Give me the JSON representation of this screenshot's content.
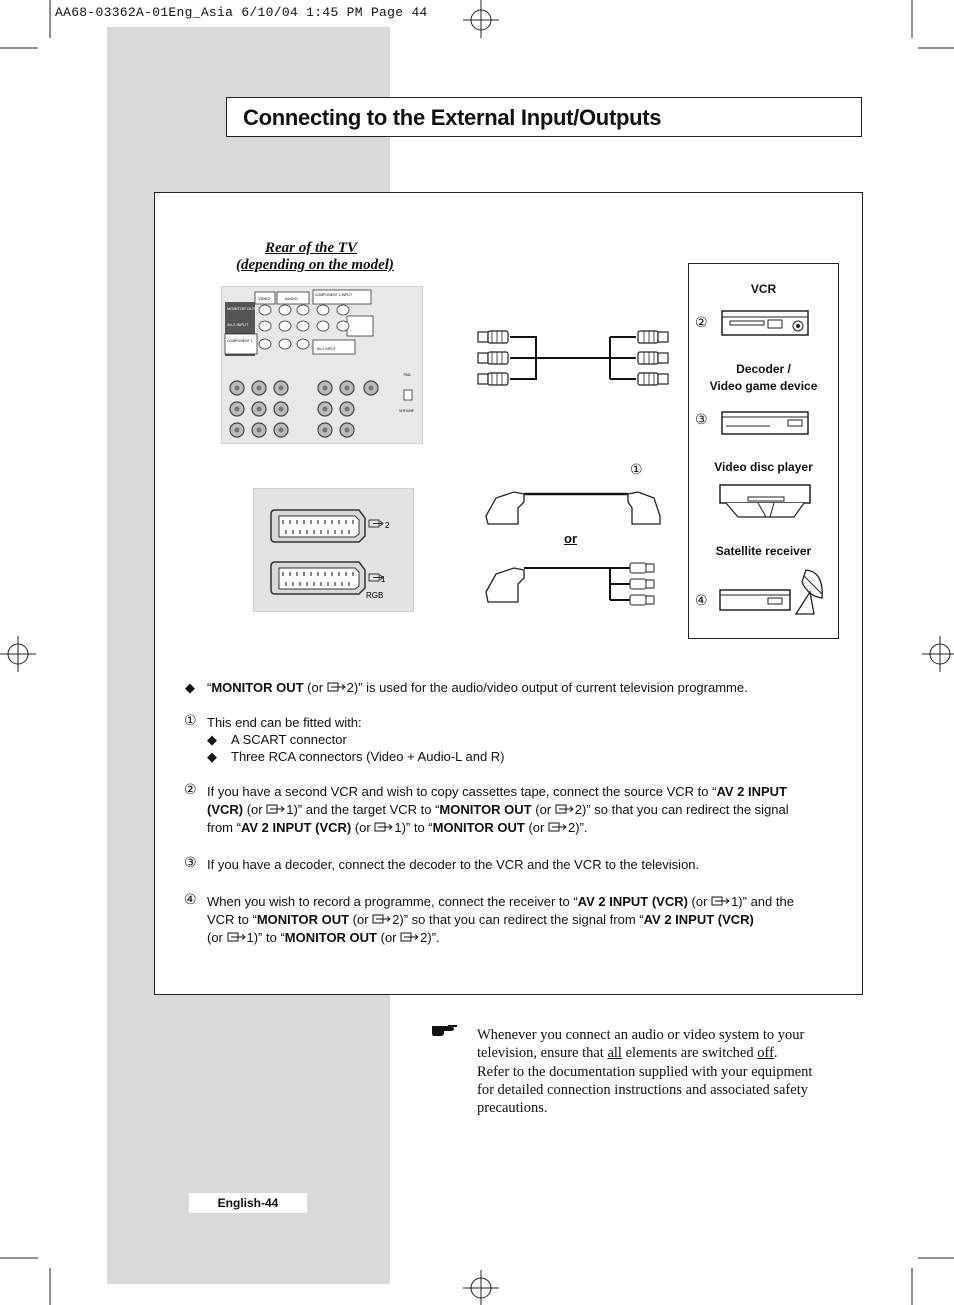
{
  "print_header": "AA68-03362A-01Eng_Asia  6/10/04  1:45 PM  Page 44",
  "title": "Connecting to the External Input/Outputs",
  "rear_label_line1": "Rear of the TV",
  "rear_label_line2": "(depending on the model)",
  "panel_labels": {
    "video": "VIDEO",
    "audio": "AUDIO",
    "component2": "COMPONENT 2 INPUT (DVD/ BROADCAST)",
    "monitor_out": "MONITOR OUT",
    "av_input": "AV-2 INPUT (VCR)",
    "component1": "COMPONENT 1 INPUT (DVD)",
    "av1_input": "AV-1 INPUT (DVD)",
    "ant": "75Ω",
    "vhf": "VHF/UHF",
    "scart2": "2",
    "scart1": "1",
    "rgb": "RGB"
  },
  "devices": {
    "vcr": "VCR",
    "decoder_line1": "Decoder /",
    "decoder_line2": "Video game device",
    "disc": "Video disc player",
    "satellite": "Satellite receiver"
  },
  "markers": {
    "one": "①",
    "two": "②",
    "three": "③",
    "four": "④"
  },
  "or_label": "or",
  "bullet": "◆",
  "para_monitor": {
    "a": "“",
    "b": "MONITOR OUT",
    "c": " (or ",
    "d": "2)” is used for the audio/video output of current television programme."
  },
  "para1": {
    "intro": "This end can be fitted with:",
    "item1": "A SCART connector",
    "item2": "Three RCA connectors (Video + Audio-L and R)"
  },
  "para2": {
    "l1a": "If you have a second VCR and wish to copy cassettes tape, connect the source VCR to “",
    "l1b": "AV 2 INPUT",
    "l2a": "(VCR)",
    "l2b": " (or ",
    "l2c": "1)” and the target VCR to “",
    "l2d": "MONITOR OUT",
    "l2e": " (or ",
    "l2f": "2)” so that you can redirect the signal",
    "l3a": "from “",
    "l3b": "AV 2 INPUT  (VCR)",
    "l3c": " (or ",
    "l3d": "1)” to “",
    "l3e": "MONITOR OUT",
    "l3f": " (or ",
    "l3g": "2)”."
  },
  "para3": "If you have a decoder, connect the decoder to the VCR and the VCR to the television.",
  "para4": {
    "l1a": "When you wish to record a programme, connect the receiver to “",
    "l1b": "AV 2 INPUT (VCR)",
    "l1c": " (or ",
    "l1d": "1)” and the",
    "l2a": "VCR to “",
    "l2b": "MONITOR OUT",
    "l2c": " (or ",
    "l2d": "2)” so that you can redirect the signal from  “",
    "l2e": "AV 2 INPUT (VCR)",
    "l3a": "(or ",
    "l3b": "1)” to “",
    "l3c": "MONITOR OUT",
    "l3d": " (or ",
    "l3e": "2)”."
  },
  "note": {
    "l1": "Whenever you connect an audio or video system to your",
    "l2a": "television, ensure that ",
    "l2b": "all",
    "l2c": " elements are switched ",
    "l2d": "off",
    "l2e": ".",
    "l3": "Refer to the documentation supplied with your equipment",
    "l4": "for detailed connection instructions and associated safety",
    "l5": "precautions."
  },
  "page_label": "English-44"
}
